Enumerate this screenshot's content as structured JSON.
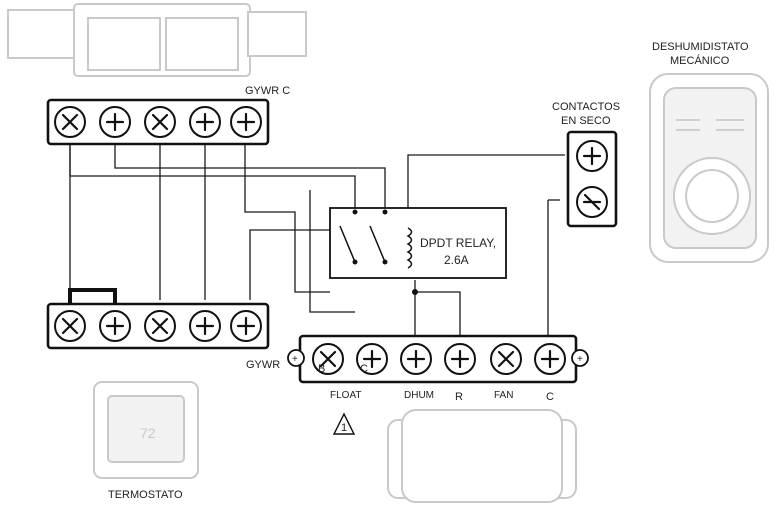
{
  "labels": {
    "top_terminals": "GYWR C",
    "thermostat_terminals": "GYWR",
    "dry_contacts_line1": "CONTACTOS",
    "dry_contacts_line2": "EN SECO",
    "dehumidistat_line1": "DESHUMIDISTATO",
    "dehumidistat_line2": "MECÁNICO",
    "relay_line1": "DPDT RELAY,",
    "relay_line2": "2.6A",
    "thermostat": "TERMOSTATO",
    "warning_number": "1",
    "plus_left": "+",
    "plus_right": "+"
  },
  "control_terminals": [
    {
      "label": "",
      "inner": "B"
    },
    {
      "label": "FLOAT",
      "inner": "C"
    },
    {
      "label": "DHUM",
      "inner": ""
    },
    {
      "label": "R",
      "inner": ""
    },
    {
      "label": "FAN",
      "inner": ""
    },
    {
      "label": "C",
      "inner": ""
    }
  ],
  "icons": [
    "screw-terminal-icon",
    "warning-triangle-icon",
    "relay-coil-icon",
    "relay-switch-icon"
  ]
}
